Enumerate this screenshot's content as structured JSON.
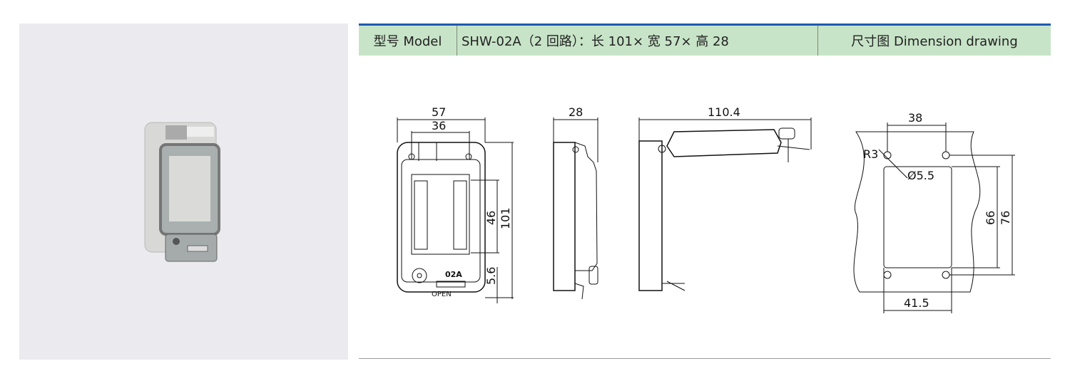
{
  "header": {
    "model_label": "型号 Model",
    "spec": "SHW-02A（2 回路）：长 101× 宽 57× 高 28",
    "dimension_label": "尺寸图 Dimension drawing"
  },
  "front_view": {
    "width": "57",
    "inner_width": "36",
    "window_height": "46",
    "height": "101",
    "bottom_offset": "5.6",
    "model_mark": "02A",
    "open_mark": "OPEN"
  },
  "side_view": {
    "depth": "28"
  },
  "open_view": {
    "open_length": "110.4"
  },
  "mounting_view": {
    "hole_spacing_top": "38",
    "hole_spacing_bottom": "41.5",
    "corner_radius": "R3",
    "hole_diameter": "Ø5.5",
    "cutout_height": "66",
    "hole_spacing_vertical": "76"
  }
}
